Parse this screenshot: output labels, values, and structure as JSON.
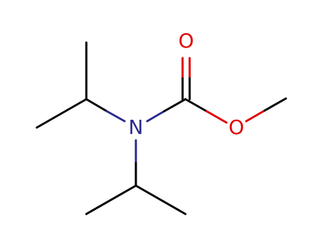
{
  "molecule": {
    "atoms": {
      "nitrogen": "N",
      "carbonyl_oxygen": "O",
      "ester_oxygen": "O"
    },
    "colors": {
      "bond": "#000000",
      "nitrogen": "#2B2B8C",
      "oxygen": "#E00000",
      "background": "#FFFFFF"
    }
  }
}
